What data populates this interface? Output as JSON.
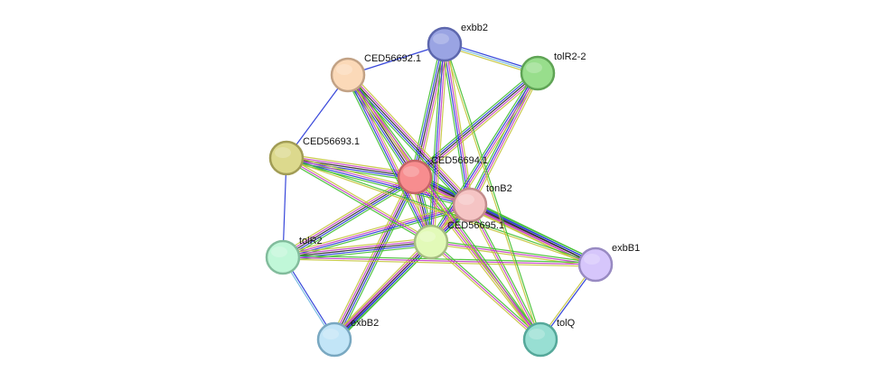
{
  "network": {
    "nodes": [
      {
        "id": "CED56694.1",
        "label": "CED56694.1",
        "fill": "#f78d8f",
        "stroke": "#c46466"
      },
      {
        "id": "tonB2",
        "label": "tonB2",
        "fill": "#f5c4c4",
        "stroke": "#c28c8c"
      },
      {
        "id": "CED56695.1",
        "label": "CED56695.1",
        "fill": "#e2fab8",
        "stroke": "#a6bd81"
      },
      {
        "id": "exbb2",
        "label": "exbb2",
        "fill": "#9aa4e3",
        "stroke": "#5d67ad"
      },
      {
        "id": "CED56692.1",
        "label": "CED56692.1",
        "fill": "#fbd9b8",
        "stroke": "#c2a285"
      },
      {
        "id": "tolR2-2",
        "label": "tolR2-2",
        "fill": "#98de8c",
        "stroke": "#5fa455"
      },
      {
        "id": "CED56693.1",
        "label": "CED56693.1",
        "fill": "#dcd98d",
        "stroke": "#a19c55"
      },
      {
        "id": "tolR2",
        "label": "tolR2",
        "fill": "#c0f7d8",
        "stroke": "#82bc9c"
      },
      {
        "id": "exbB2",
        "label": "exbB2",
        "fill": "#c2e5f7",
        "stroke": "#79a8c1"
      },
      {
        "id": "tolQ",
        "label": "tolQ",
        "fill": "#98dfd3",
        "stroke": "#55a89a"
      },
      {
        "id": "exbB1",
        "label": "exbB1",
        "fill": "#d6c6fb",
        "stroke": "#988ac2"
      }
    ],
    "edge_colors": {
      "green": "#3fbf2e",
      "blue": "#2233d6",
      "black": "#222222",
      "magenta": "#c23ac2",
      "olive": "#c4c43a",
      "lightblue": "#6fb7e0",
      "purple": "#8a58c6"
    },
    "edges": [
      {
        "source": "CED56694.1",
        "target": "tonB2",
        "types": [
          "green",
          "blue",
          "black",
          "magenta",
          "olive"
        ]
      },
      {
        "source": "CED56694.1",
        "target": "CED56695.1",
        "types": [
          "green",
          "blue",
          "black",
          "magenta",
          "olive"
        ]
      },
      {
        "source": "CED56694.1",
        "target": "exbb2",
        "types": [
          "green",
          "blue",
          "black",
          "magenta",
          "olive"
        ]
      },
      {
        "source": "CED56694.1",
        "target": "CED56692.1",
        "types": [
          "green",
          "blue",
          "black",
          "magenta",
          "olive"
        ]
      },
      {
        "source": "CED56694.1",
        "target": "tolR2-2",
        "types": [
          "green",
          "blue",
          "black",
          "magenta",
          "olive"
        ]
      },
      {
        "source": "CED56694.1",
        "target": "CED56693.1",
        "types": [
          "green",
          "blue",
          "black",
          "magenta",
          "olive"
        ]
      },
      {
        "source": "CED56694.1",
        "target": "tolR2",
        "types": [
          "green",
          "blue",
          "black",
          "magenta",
          "olive"
        ]
      },
      {
        "source": "CED56694.1",
        "target": "exbB2",
        "types": [
          "green",
          "blue",
          "black",
          "magenta",
          "olive"
        ]
      },
      {
        "source": "CED56694.1",
        "target": "tolQ",
        "types": [
          "green",
          "magenta",
          "olive"
        ]
      },
      {
        "source": "CED56694.1",
        "target": "exbB1",
        "types": [
          "green",
          "blue",
          "black",
          "magenta",
          "olive"
        ]
      },
      {
        "source": "tonB2",
        "target": "CED56695.1",
        "types": [
          "green",
          "blue",
          "black",
          "magenta",
          "olive"
        ]
      },
      {
        "source": "tonB2",
        "target": "exbb2",
        "types": [
          "green",
          "blue",
          "magenta",
          "olive"
        ]
      },
      {
        "source": "tonB2",
        "target": "CED56692.1",
        "types": [
          "green",
          "blue",
          "black",
          "magenta",
          "olive"
        ]
      },
      {
        "source": "tonB2",
        "target": "tolR2-2",
        "types": [
          "green",
          "blue",
          "magenta",
          "olive"
        ]
      },
      {
        "source": "tonB2",
        "target": "CED56693.1",
        "types": [
          "green",
          "blue",
          "magenta",
          "olive"
        ]
      },
      {
        "source": "tonB2",
        "target": "tolR2",
        "types": [
          "green",
          "blue",
          "magenta",
          "olive"
        ]
      },
      {
        "source": "tonB2",
        "target": "exbB2",
        "types": [
          "green",
          "blue",
          "magenta",
          "olive"
        ]
      },
      {
        "source": "tonB2",
        "target": "tolQ",
        "types": [
          "green",
          "magenta",
          "olive"
        ]
      },
      {
        "source": "tonB2",
        "target": "exbB1",
        "types": [
          "green",
          "blue",
          "black",
          "magenta",
          "olive"
        ]
      },
      {
        "source": "CED56695.1",
        "target": "exbb2",
        "types": [
          "green",
          "blue",
          "magenta",
          "olive"
        ]
      },
      {
        "source": "CED56695.1",
        "target": "CED56692.1",
        "types": [
          "green",
          "blue",
          "magenta",
          "olive"
        ]
      },
      {
        "source": "CED56695.1",
        "target": "tolR2-2",
        "types": [
          "green",
          "blue",
          "magenta",
          "olive"
        ]
      },
      {
        "source": "CED56695.1",
        "target": "CED56693.1",
        "types": [
          "green",
          "magenta",
          "olive"
        ]
      },
      {
        "source": "CED56695.1",
        "target": "tolR2",
        "types": [
          "green",
          "blue",
          "black",
          "magenta",
          "olive"
        ]
      },
      {
        "source": "CED56695.1",
        "target": "exbB2",
        "types": [
          "green",
          "blue",
          "black",
          "magenta",
          "olive"
        ]
      },
      {
        "source": "CED56695.1",
        "target": "tolQ",
        "types": [
          "green",
          "magenta",
          "olive"
        ]
      },
      {
        "source": "CED56695.1",
        "target": "exbB1",
        "types": [
          "green",
          "magenta",
          "olive"
        ]
      },
      {
        "source": "exbb2",
        "target": "CED56692.1",
        "types": [
          "blue"
        ]
      },
      {
        "source": "exbb2",
        "target": "tolR2-2",
        "types": [
          "blue",
          "lightblue",
          "olive"
        ]
      },
      {
        "source": "CED56692.1",
        "target": "CED56693.1",
        "types": [
          "blue"
        ]
      },
      {
        "source": "CED56693.1",
        "target": "tolR2",
        "types": [
          "blue"
        ]
      },
      {
        "source": "CED56693.1",
        "target": "exbB1",
        "types": [
          "green",
          "olive"
        ]
      },
      {
        "source": "tolR2",
        "target": "exbB2",
        "types": [
          "blue",
          "lightblue"
        ]
      },
      {
        "source": "tolR2",
        "target": "exbB1",
        "types": [
          "green",
          "magenta",
          "olive"
        ]
      },
      {
        "source": "exbB1",
        "target": "tolQ",
        "types": [
          "blue",
          "olive"
        ]
      },
      {
        "source": "CED56692.1",
        "target": "tolQ",
        "types": [
          "green",
          "magenta",
          "olive"
        ]
      },
      {
        "source": "exbb2",
        "target": "tolQ",
        "types": [
          "green",
          "olive"
        ]
      }
    ]
  }
}
